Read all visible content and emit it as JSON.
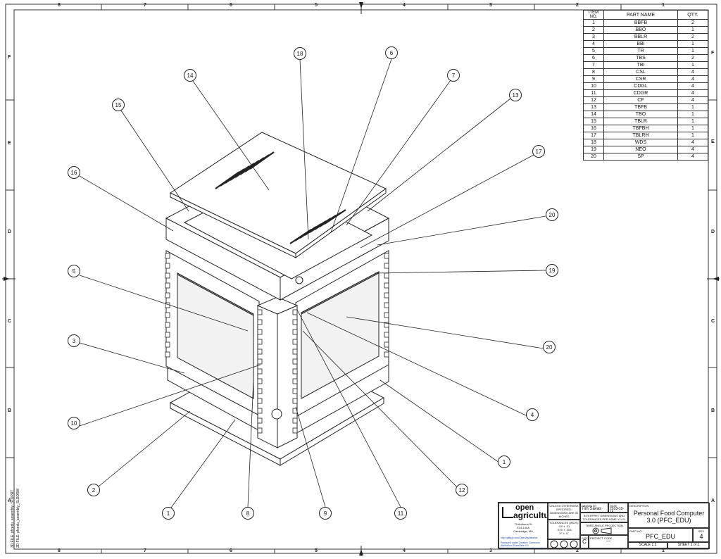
{
  "zones": {
    "columns": [
      "8",
      "7",
      "6",
      "5",
      "4",
      "3",
      "2",
      "1"
    ],
    "rows": [
      "F",
      "E",
      "D",
      "C",
      "B",
      "A"
    ]
  },
  "bom": {
    "headers": {
      "item": "ITEM NO.",
      "part": "PART NAME",
      "qty": "QTY."
    },
    "rows": [
      {
        "item": "1",
        "part": "BBFB",
        "qty": "2"
      },
      {
        "item": "2",
        "part": "BBO",
        "qty": "1"
      },
      {
        "item": "3",
        "part": "BBLR",
        "qty": "2"
      },
      {
        "item": "4",
        "part": "BBI",
        "qty": "1"
      },
      {
        "item": "5",
        "part": "TR",
        "qty": "1"
      },
      {
        "item": "6",
        "part": "TBS",
        "qty": "2"
      },
      {
        "item": "7",
        "part": "TBI",
        "qty": "1"
      },
      {
        "item": "8",
        "part": "CSL",
        "qty": "4"
      },
      {
        "item": "9",
        "part": "CSR",
        "qty": "4"
      },
      {
        "item": "10",
        "part": "CDGL",
        "qty": "4"
      },
      {
        "item": "11",
        "part": "CDGR",
        "qty": "4"
      },
      {
        "item": "12",
        "part": "CF",
        "qty": "4"
      },
      {
        "item": "13",
        "part": "TBFB",
        "qty": "1"
      },
      {
        "item": "14",
        "part": "TBO",
        "qty": "1"
      },
      {
        "item": "15",
        "part": "TBLR",
        "qty": "1"
      },
      {
        "item": "16",
        "part": "TBFBH",
        "qty": "1"
      },
      {
        "item": "17",
        "part": "TBLRH",
        "qty": "1"
      },
      {
        "item": "18",
        "part": "WDS",
        "qty": "4"
      },
      {
        "item": "19",
        "part": "NEO",
        "qty": "4"
      },
      {
        "item": "20",
        "part": "SP",
        "qty": "4"
      }
    ]
  },
  "callouts": [
    "18",
    "6",
    "14",
    "7",
    "13",
    "15",
    "17",
    "16",
    "20",
    "5",
    "19",
    "3",
    "20",
    "4",
    "10",
    "1",
    "2",
    "12",
    "1",
    "8",
    "9",
    "11"
  ],
  "title_block": {
    "logo_top": "open",
    "logo_bottom": "agriculture",
    "address": "75 Amherst St\nE14-140A\nCambridge, MA",
    "github": "http://github.com/OpenAgInitiative",
    "license": "Released under Creative Commons Attribution-ShareAlike 4.0 https://creativecommons.org/licenses/by-sa/4.0/",
    "unless_text": "UNLESS OTHERWISE SPECIFIED: DIMENSIONS ARE IN INCHES",
    "tolerances_label": "TOLERANCES (INCH):",
    "tolerances": ".XX  ± .01\n.XXX  ± .005\nX°  ± .5°",
    "drawn_by_label": "DRAWN BY",
    "drawn_by": "Tim Savas",
    "date_label": "DATE",
    "date": "2018-10-15",
    "interpret_text": "INTERPRET DIMENSIONS AND TOLERANCES PER ASME Y14.5-2009",
    "projection_label": "THIRD ANGLE PROJECTION",
    "project_code_label": "PROJECT CODE",
    "project_code": "—",
    "size_label": "SIZE",
    "size": "C",
    "description_label": "DESCRIPTION",
    "description": "Personal Food Computer 3.0 (PFC_EDU)",
    "part_no_label": "PART NO.",
    "part_no": "PFC_EDU",
    "rev_label": "REV",
    "rev": "4",
    "scale": "SCALE 1:2",
    "sheet": "SHEET 1 of 1"
  },
  "side_notes": [
    "3D FILE: pfcedu_assembly_SLDPRT",
    "2D FILE: pfcedu_assembly_SLDDRW"
  ],
  "colors": {
    "line": "#222222",
    "panel": "#ffffff",
    "shade": "#d9d9d9",
    "link": "#1a4aa8"
  }
}
